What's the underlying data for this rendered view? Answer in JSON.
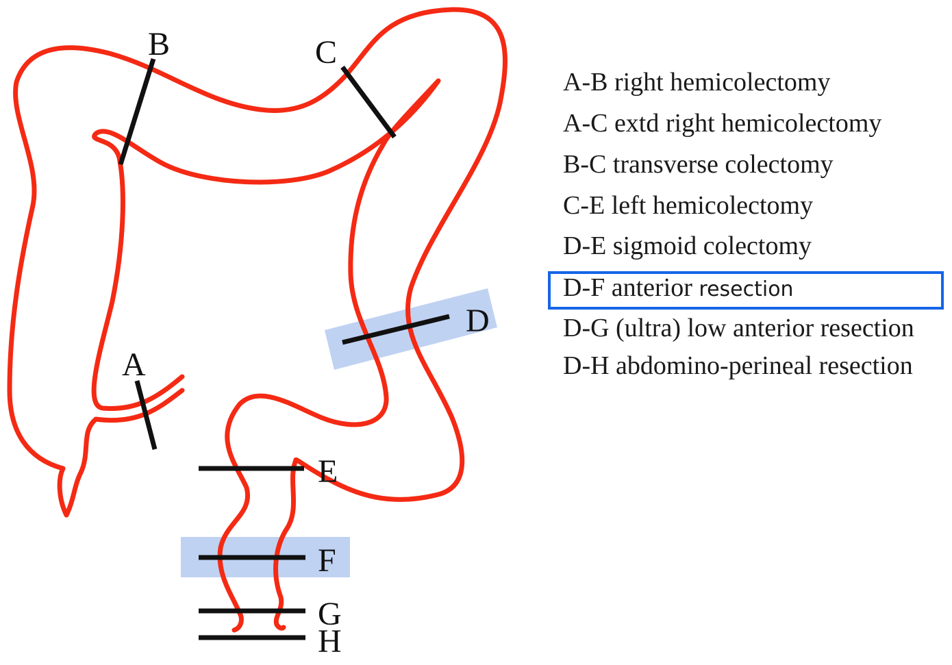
{
  "colors": {
    "colon": "#f42a14",
    "cut_line": "#111111",
    "shade": "#a9c3ee",
    "highlight_border": "#1565e8"
  },
  "cut_labels": {
    "a": "A",
    "b": "B",
    "c": "C",
    "d": "D",
    "e": "E",
    "f": "F",
    "g": "G",
    "h": "H"
  },
  "legend": [
    {
      "text": "A-B right hemicolectomy"
    },
    {
      "text": "A-C extd right hemicolectomy"
    },
    {
      "text": "B-C transverse colectomy"
    },
    {
      "text": "C-E left hemicolectomy"
    },
    {
      "text": "D-E sigmoid colectomy"
    },
    {
      "head": "D-F anterior",
      "tail": "resection"
    },
    {
      "text": "D-G (ultra) low anterior resection"
    },
    {
      "text": "D-H abdomino-perineal resection"
    }
  ],
  "highlighted": {
    "legend_item": "D-F anterior resection",
    "cut_lines": [
      "D",
      "F"
    ]
  }
}
